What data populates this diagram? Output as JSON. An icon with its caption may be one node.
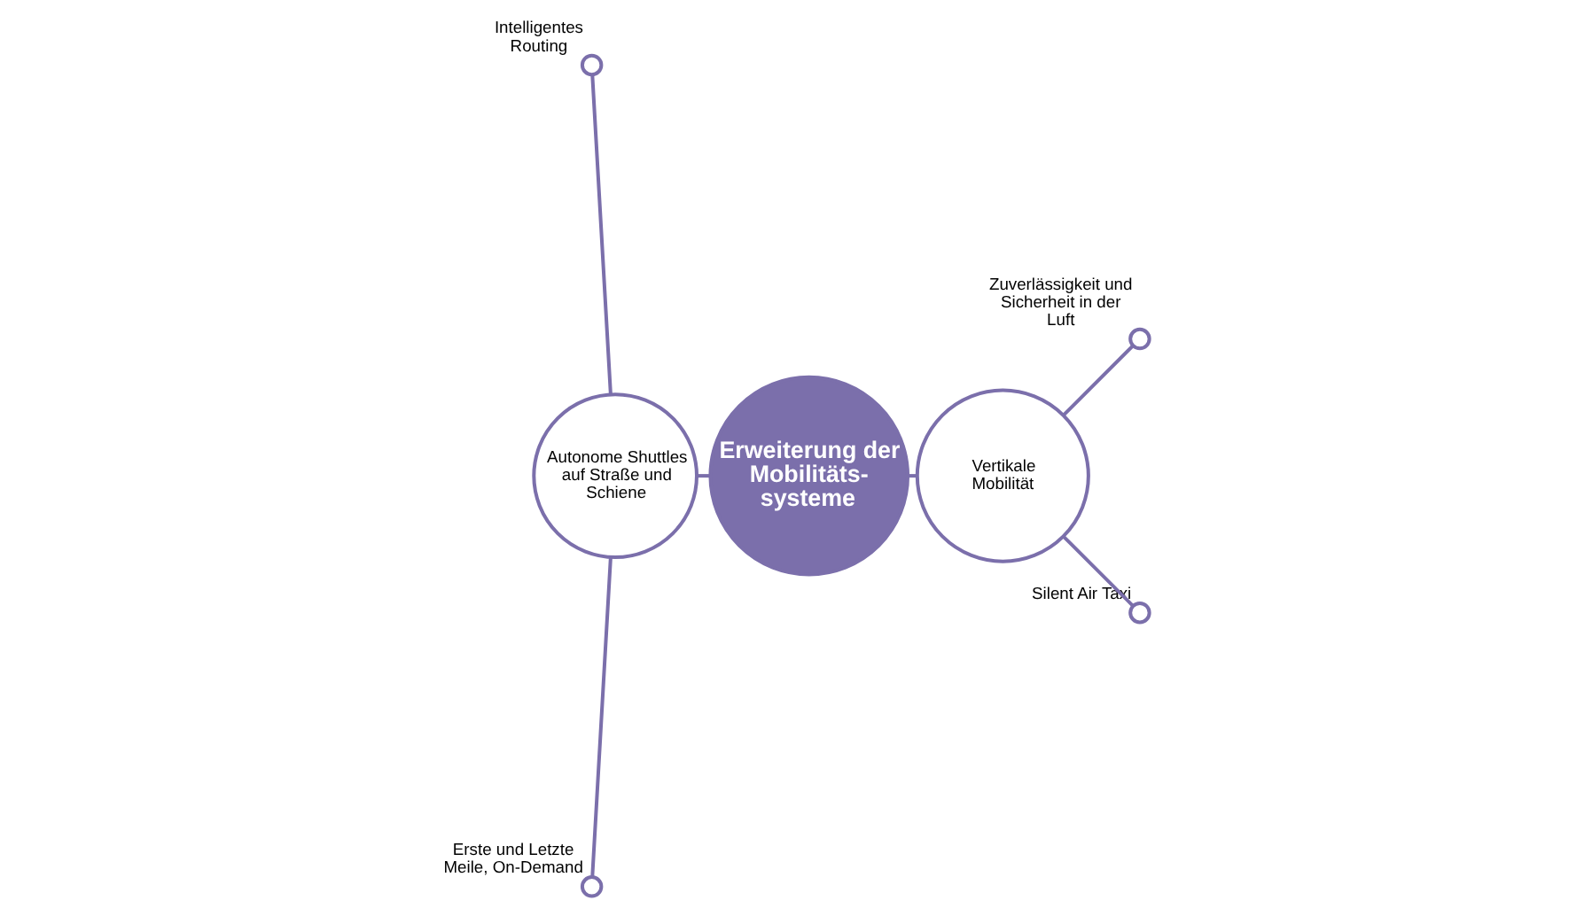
{
  "diagram": {
    "nodes": [
      {
        "text": [],
        "shape": "circle",
        "beside": [
          "Zuverlässigkeit und Sicherheit in der Luft"
        ]
      },
      {
        "text": [],
        "shape": "circle",
        "beside": [
          "Intelligentes Routing"
        ]
      },
      {
        "text": [
          "Autonome Shuttles auf Straße und Schiene"
        ]
      },
      {
        "text": [
          "Vertikale Mobilität"
        ]
      },
      {
        "text": [
          "Erweiterung der Mobilitäts- systeme"
        ]
      },
      {
        "text": [],
        "shape": "circle",
        "beside": [
          "Erste und Letzte Meile, On-Demand"
        ]
      },
      {
        "text": [],
        "shape": "circle",
        "beside": [
          "Silent Air Taxi"
        ]
      }
    ],
    "edges": [
      {
        "from": 3,
        "to": 0,
        "arrow": "none"
      },
      {
        "from": 2,
        "to": 1,
        "arrow": "none"
      },
      {
        "from": 4,
        "to": 2,
        "arrow": "none"
      },
      {
        "from": 3,
        "to": 4,
        "arrow": "none"
      },
      {
        "from": 2,
        "to": 5,
        "arrow": "none"
      },
      {
        "from": 3,
        "to": 6,
        "arrow": "none"
      }
    ]
  }
}
